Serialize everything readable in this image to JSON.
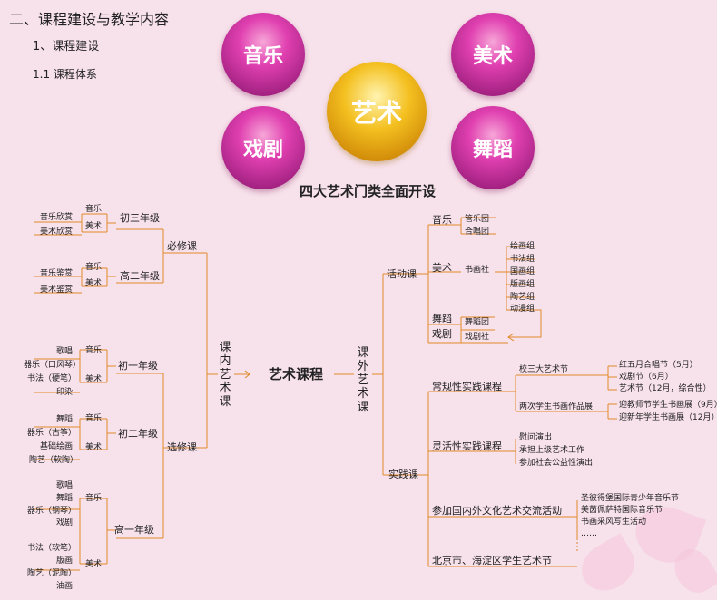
{
  "heading": {
    "section": "二、课程建设与教学内容",
    "sub": "1、课程建设",
    "subsub": "1.1 课程体系"
  },
  "orbs": {
    "music": "音乐",
    "art": "美术",
    "center": "艺术",
    "drama": "戏剧",
    "dance": "舞蹈"
  },
  "caption": "四大艺术门类全面开设",
  "root": "艺术课程",
  "left": {
    "branch": "课内艺术课",
    "required": "必修课",
    "elective": "选修课",
    "grade_c3": "初三年级",
    "grade_c2_h": "高二年级",
    "grade_c1": "初一年级",
    "grade_c2": "初二年级",
    "grade_g1": "高一年级",
    "music": "音乐",
    "art": "美术",
    "c3_items": [
      "音乐欣赏",
      "美术欣赏"
    ],
    "g2_items": [
      "音乐鉴赏",
      "美术鉴赏"
    ],
    "c1_items": [
      "歌唱",
      "器乐（口风琴）",
      "书法（硬笔）",
      "印染"
    ],
    "c2_items": [
      "舞蹈",
      "器乐（古筝）",
      "基础绘画",
      "陶艺（软陶）"
    ],
    "g1_items": [
      "歌唱",
      "舞蹈",
      "器乐（钢琴）",
      "戏剧",
      "书法（软笔）",
      "版画",
      "陶艺（泥陶）",
      "油画"
    ]
  },
  "right": {
    "branch": "课外艺术课",
    "activity": "活动课",
    "practice": "实践课",
    "music": "音乐",
    "art": "美术",
    "dance": "舞蹈",
    "drama": "戏剧",
    "music_items": [
      "管乐团",
      "合唱团"
    ],
    "calligraphy": "书画社",
    "art_items": [
      "绘画组",
      "书法组",
      "国画组",
      "版画组",
      "陶艺组",
      "动漫组"
    ],
    "dance_item": "舞蹈团",
    "drama_item": "戏剧社",
    "routine": "常规性实践课程",
    "school_fest": "校三大艺术节",
    "fest_items": [
      "红五月合唱节（5月）",
      "戏剧节（6月）",
      "艺术节（12月，综合性）"
    ],
    "twice": "两次学生书画作品展",
    "twice_items": [
      "迎教师节学生书画展（9月）",
      "迎新年学生书画展（12月）"
    ],
    "flexible": "灵活性实践课程",
    "flex_items": [
      "慰问演出",
      "承担上级艺术工作",
      "参加社会公益性演出"
    ],
    "exchange": "参加国内外文化艺术交流活动",
    "exchange_items": [
      "圣彼得堡国际青少年音乐节",
      "美茵佩萨特国际音乐节",
      "书画采风写生活动",
      "……"
    ],
    "beijing": "北京市、海淀区学生艺术节"
  }
}
